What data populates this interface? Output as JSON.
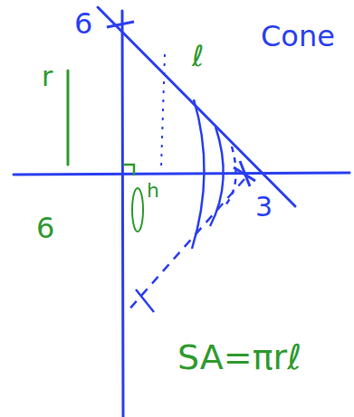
{
  "diagram": {
    "labels": [
      "6",
      "Cone",
      "ℓ",
      "r",
      "h",
      "3",
      "6",
      "SA=πrℓ"
    ]
  }
}
